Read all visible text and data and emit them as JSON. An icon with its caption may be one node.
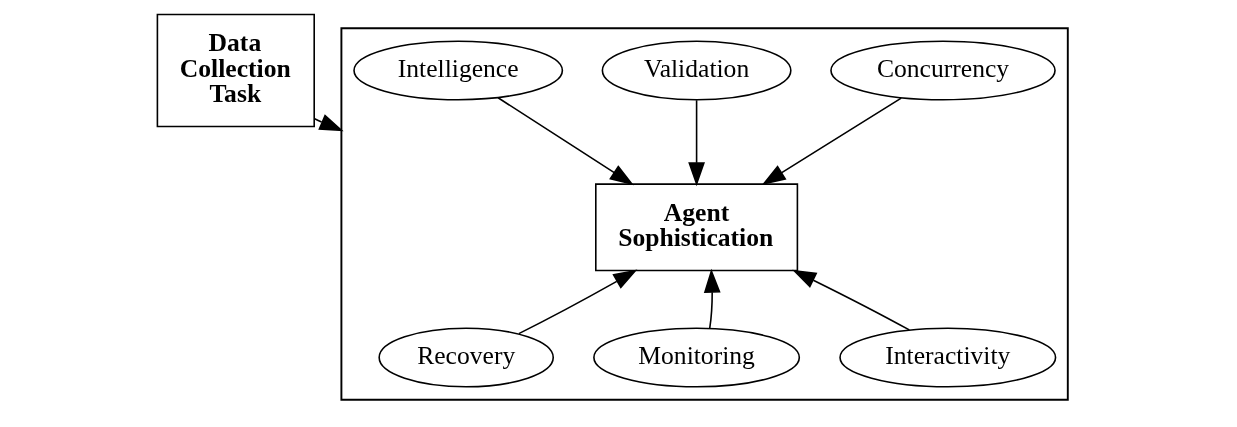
{
  "diagram": {
    "nodes": [
      {
        "text": [
          "Data Collection Task"
        ]
      },
      {
        "text": [],
        "shape": "box"
      },
      {
        "text": [
          "Intelligence"
        ],
        "in": 1
      },
      {
        "text": [
          "Validation"
        ],
        "in": 1
      },
      {
        "text": [
          "Concurrency"
        ],
        "in": 1
      },
      {
        "text": [
          "Agent Sophistication"
        ],
        "in": 1
      },
      {
        "text": [
          "Recovery"
        ],
        "in": 1
      },
      {
        "text": [
          "Monitoring"
        ],
        "in": 1
      },
      {
        "text": [
          "Interactivity"
        ],
        "in": 1
      }
    ],
    "edges": [
      {
        "from": 0,
        "to": 1,
        "arrow": "to"
      },
      {
        "from": 2,
        "to": 5,
        "arrow": "to"
      },
      {
        "from": 3,
        "to": 5,
        "arrow": "to"
      },
      {
        "from": 4,
        "to": 5,
        "arrow": "to"
      },
      {
        "from": 6,
        "to": 5,
        "arrow": "to"
      },
      {
        "from": 7,
        "to": 5,
        "arrow": "to"
      },
      {
        "from": 8,
        "to": 5,
        "arrow": "to"
      }
    ]
  }
}
